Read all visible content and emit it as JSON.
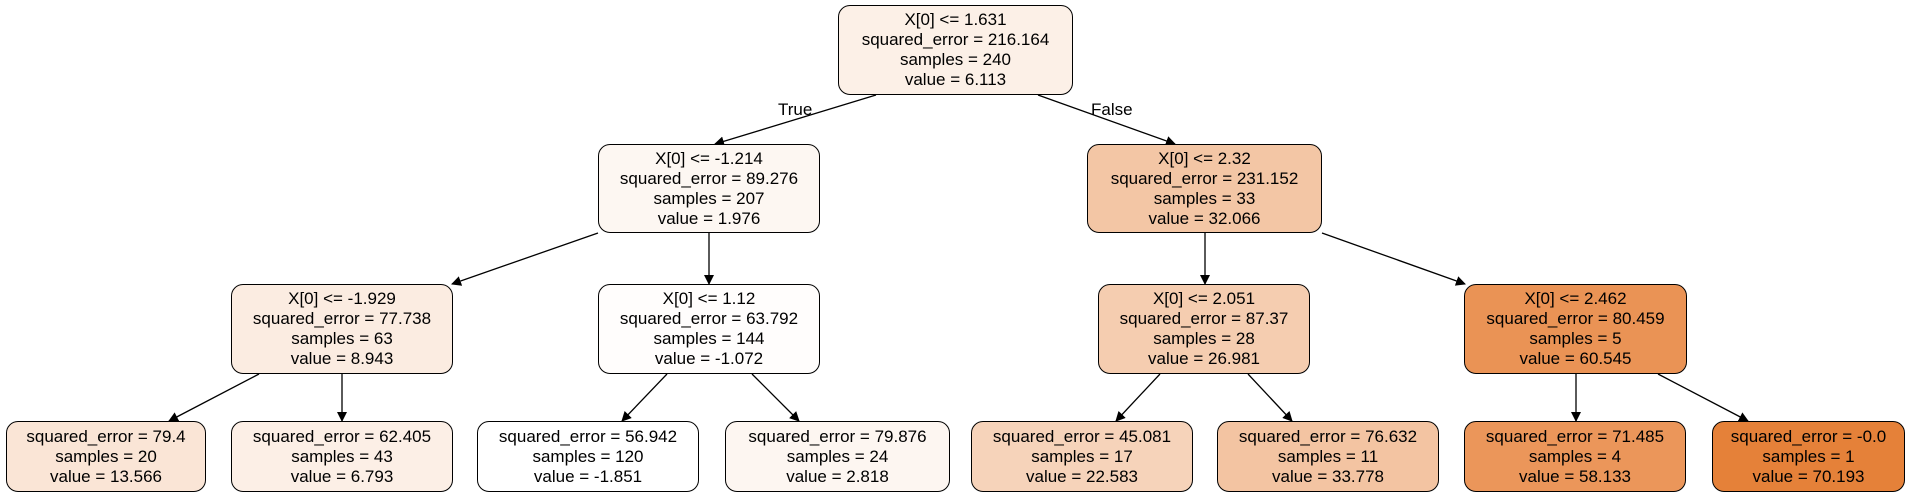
{
  "edge_labels": {
    "true_label": "True",
    "false_label": "False"
  },
  "nodes": {
    "n0": {
      "lines": [
        "X[0] <= 1.631",
        "squared_error = 216.164",
        "samples = 240",
        "value = 6.113"
      ],
      "fill": "#fcf0e7"
    },
    "n1": {
      "lines": [
        "X[0] <= -1.214",
        "squared_error = 89.276",
        "samples = 207",
        "value = 1.976"
      ],
      "fill": "#fdf7f2"
    },
    "n2": {
      "lines": [
        "X[0] <= -1.929",
        "squared_error = 77.738",
        "samples = 63",
        "value = 8.943"
      ],
      "fill": "#fbece1"
    },
    "n3": {
      "lines": [
        "squared_error = 79.4",
        "samples = 20",
        "value = 13.566"
      ],
      "fill": "#fae5d6"
    },
    "n4": {
      "lines": [
        "squared_error = 62.405",
        "samples = 43",
        "value = 6.793"
      ],
      "fill": "#fcefe6"
    },
    "n5": {
      "lines": [
        "X[0] <= 1.12",
        "squared_error = 63.792",
        "samples = 144",
        "value = -1.072"
      ],
      "fill": "#fffdfc"
    },
    "n6": {
      "lines": [
        "squared_error = 56.942",
        "samples = 120",
        "value = -1.851"
      ],
      "fill": "#ffffff"
    },
    "n7": {
      "lines": [
        "squared_error = 79.876",
        "samples = 24",
        "value = 2.818"
      ],
      "fill": "#fdf6f1"
    },
    "n8": {
      "lines": [
        "X[0] <= 2.32",
        "squared_error = 231.152",
        "samples = 33",
        "value = 32.066"
      ],
      "fill": "#f3c6a5"
    },
    "n9": {
      "lines": [
        "X[0] <= 2.051",
        "squared_error = 87.37",
        "samples = 28",
        "value = 26.981"
      ],
      "fill": "#f5cdb0"
    },
    "n10": {
      "lines": [
        "squared_error = 45.081",
        "samples = 17",
        "value = 22.583"
      ],
      "fill": "#f6d3ba"
    },
    "n11": {
      "lines": [
        "squared_error = 76.632",
        "samples = 11",
        "value = 33.778"
      ],
      "fill": "#f3c4a2"
    },
    "n12": {
      "lines": [
        "X[0] <= 2.462",
        "squared_error = 80.459",
        "samples = 5",
        "value = 60.545"
      ],
      "fill": "#ea9355"
    },
    "n13": {
      "lines": [
        "squared_error = 71.485",
        "samples = 4",
        "value = 58.133"
      ],
      "fill": "#eb965a"
    },
    "n14": {
      "lines": [
        "squared_error = -0.0",
        "samples = 1",
        "value = 70.193"
      ],
      "fill": "#e58139"
    }
  }
}
